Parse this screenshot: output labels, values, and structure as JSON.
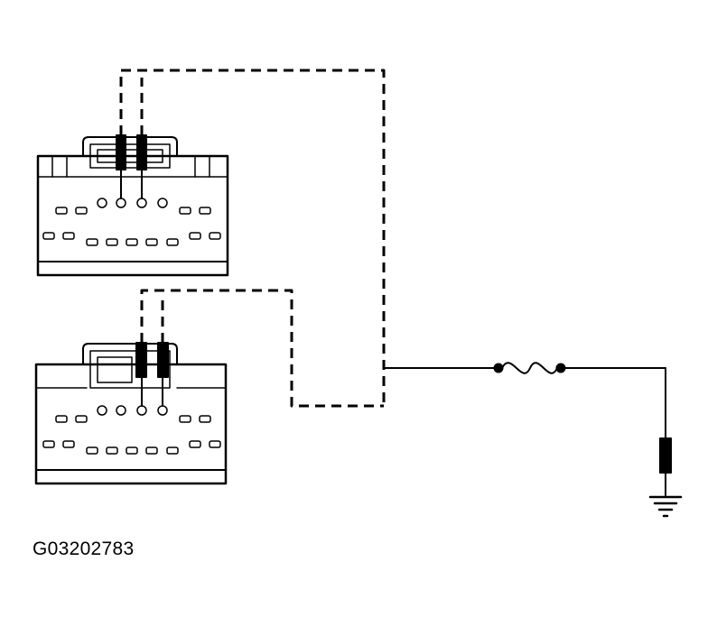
{
  "figure": {
    "id_label": "G03202783"
  },
  "connectors": [
    {
      "name": "upper-connector",
      "jumper_wires": 2
    },
    {
      "name": "lower-connector",
      "jumper_wires": 2
    }
  ],
  "circuit_elements": [
    "test-jumper-wire",
    "fuse",
    "ground-probe",
    "ground-symbol"
  ],
  "colors": {
    "line": "#000000",
    "connector_fill": "#ffffff",
    "background": "#ffffff"
  }
}
